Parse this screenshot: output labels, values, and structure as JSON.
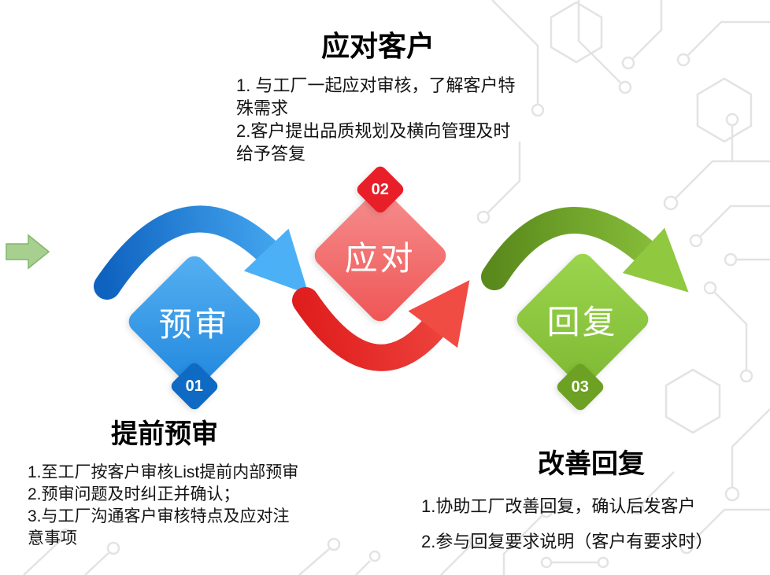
{
  "steps": [
    {
      "id": "01",
      "diamond_label": "预审",
      "title": "提前预审",
      "items": [
        "1.至工厂按客户审核List提前内部预审",
        "2.预审问题及时纠正并确认；",
        "3.与工厂沟通客户审核特点及应对注意事项"
      ]
    },
    {
      "id": "02",
      "diamond_label": "应对",
      "title": "应对客户",
      "items": [
        "1. 与工厂一起应对审核，了解客户特殊需求",
        "2.客户提出品质规划及横向管理及时给予答复"
      ]
    },
    {
      "id": "03",
      "diamond_label": "回复",
      "title": "改善回复",
      "items": [
        "1.协助工厂改善回复，确认后发客户",
        "2.参与回复要求说明（客户有要求时）"
      ]
    }
  ],
  "colors": {
    "blue_diamond": "#1f86dd",
    "blue_badge": "#0f6ac4",
    "red_diamond": "#ef5454",
    "red_badge": "#e81f28",
    "green_diamond": "#8dc63f",
    "green_badge": "#6da123",
    "arrow_blue_start": "#0f63c0",
    "arrow_blue_end": "#4cb0f6",
    "arrow_red_start": "#df1d1d",
    "arrow_red_end": "#f14c44",
    "arrow_green_start": "#5a8a1c",
    "arrow_green_end": "#90c840",
    "start_arrow": "#a6cf90",
    "circuit_lines": "#e3e3e3"
  },
  "icons": {
    "start_arrow": "right-block-arrow",
    "flow_arrows": [
      "step1-to-step2",
      "step2-to-step3",
      "step3-outward"
    ]
  }
}
